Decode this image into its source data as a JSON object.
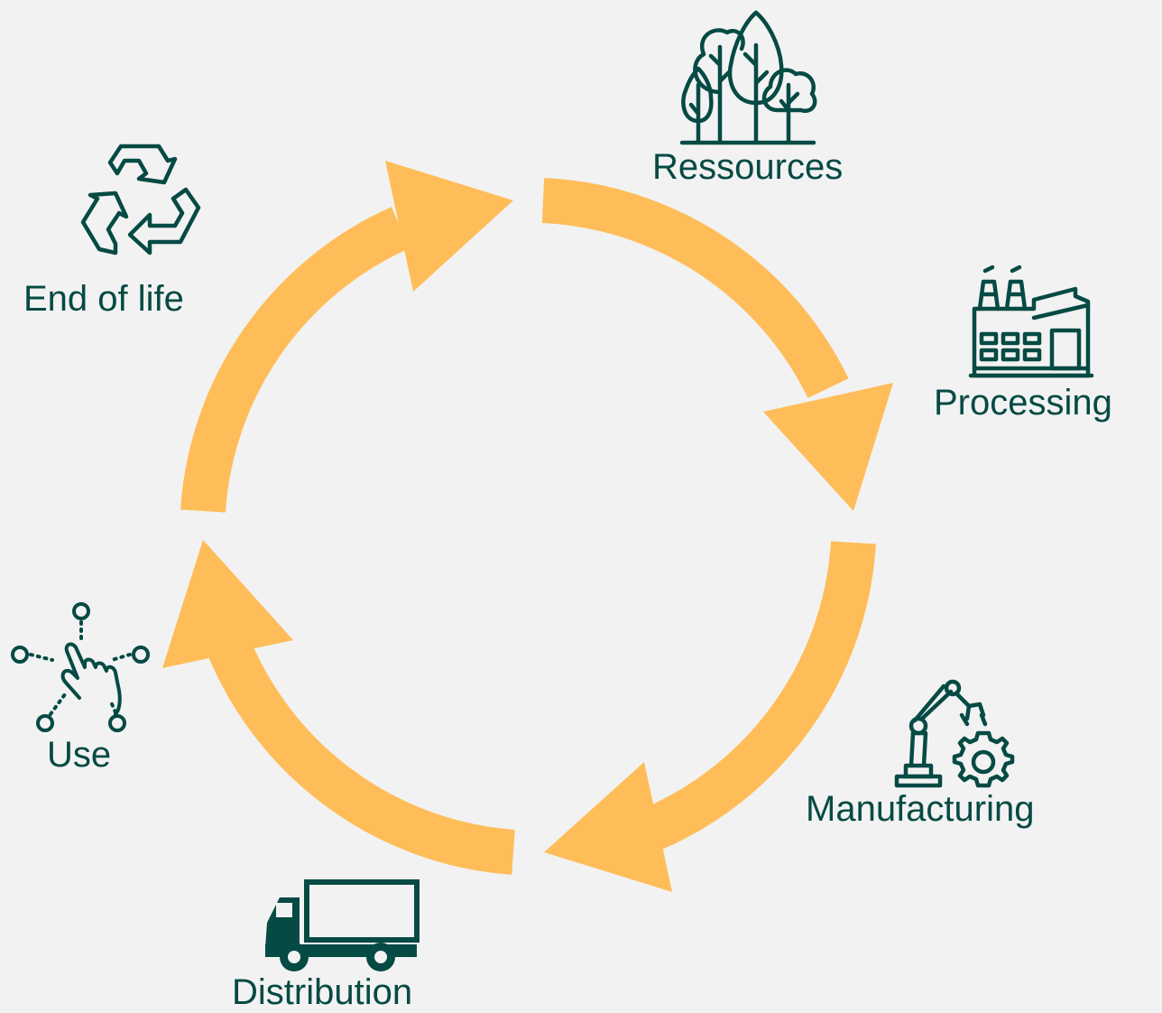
{
  "colors": {
    "background": "#f2f2f2",
    "arrow": "#ffbd59",
    "ink": "#064a44"
  },
  "stages": {
    "ressources": {
      "label": "Ressources",
      "icon": "trees-icon"
    },
    "processing": {
      "label": "Processing",
      "icon": "factory-icon"
    },
    "manufacturing": {
      "label": "Manufacturing",
      "icon": "robot-arm-gear-icon"
    },
    "distribution": {
      "label": "Distribution",
      "icon": "truck-icon"
    },
    "use": {
      "label": "Use",
      "icon": "touch-gesture-icon"
    },
    "end_of_life": {
      "label": "End of life",
      "icon": "recycle-icon"
    }
  }
}
